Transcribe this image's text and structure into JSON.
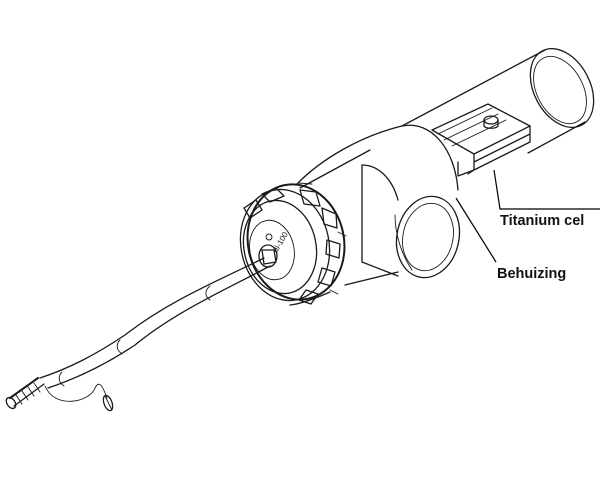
{
  "labels": {
    "titanium": "Titanium cel",
    "housing": "Behuizing"
  },
  "cap_marking": "dl-100",
  "colors": {
    "line": "#1a1a1a",
    "background": "#ffffff"
  }
}
